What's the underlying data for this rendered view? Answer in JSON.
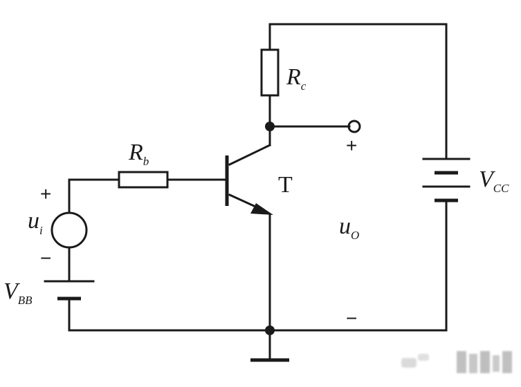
{
  "labels": {
    "rc_main": "R",
    "rc_sub": "c",
    "rb_main": "R",
    "rb_sub": "b",
    "transistor": "T",
    "ui_main": "u",
    "ui_sub": "i",
    "uo_main": "u",
    "uo_sub": "O",
    "vbb_main": "V",
    "vbb_sub": "BB",
    "vcc_main": "V",
    "vcc_sub": "CC"
  },
  "signs": {
    "input_plus": "+",
    "input_minus": "−",
    "output_plus": "+",
    "output_minus": "−"
  },
  "colors": {
    "ink": "#1a1a1a",
    "background": "#ffffff",
    "watermark": "#9a9a9a"
  }
}
